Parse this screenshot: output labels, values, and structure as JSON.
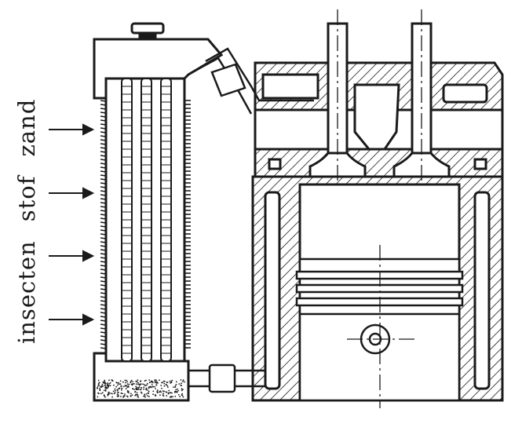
{
  "labels": {
    "word1": "insecten",
    "word2": "stof",
    "word3": "zand"
  },
  "colors": {
    "ink": "#1a1a1a",
    "paper": "#ffffff"
  }
}
